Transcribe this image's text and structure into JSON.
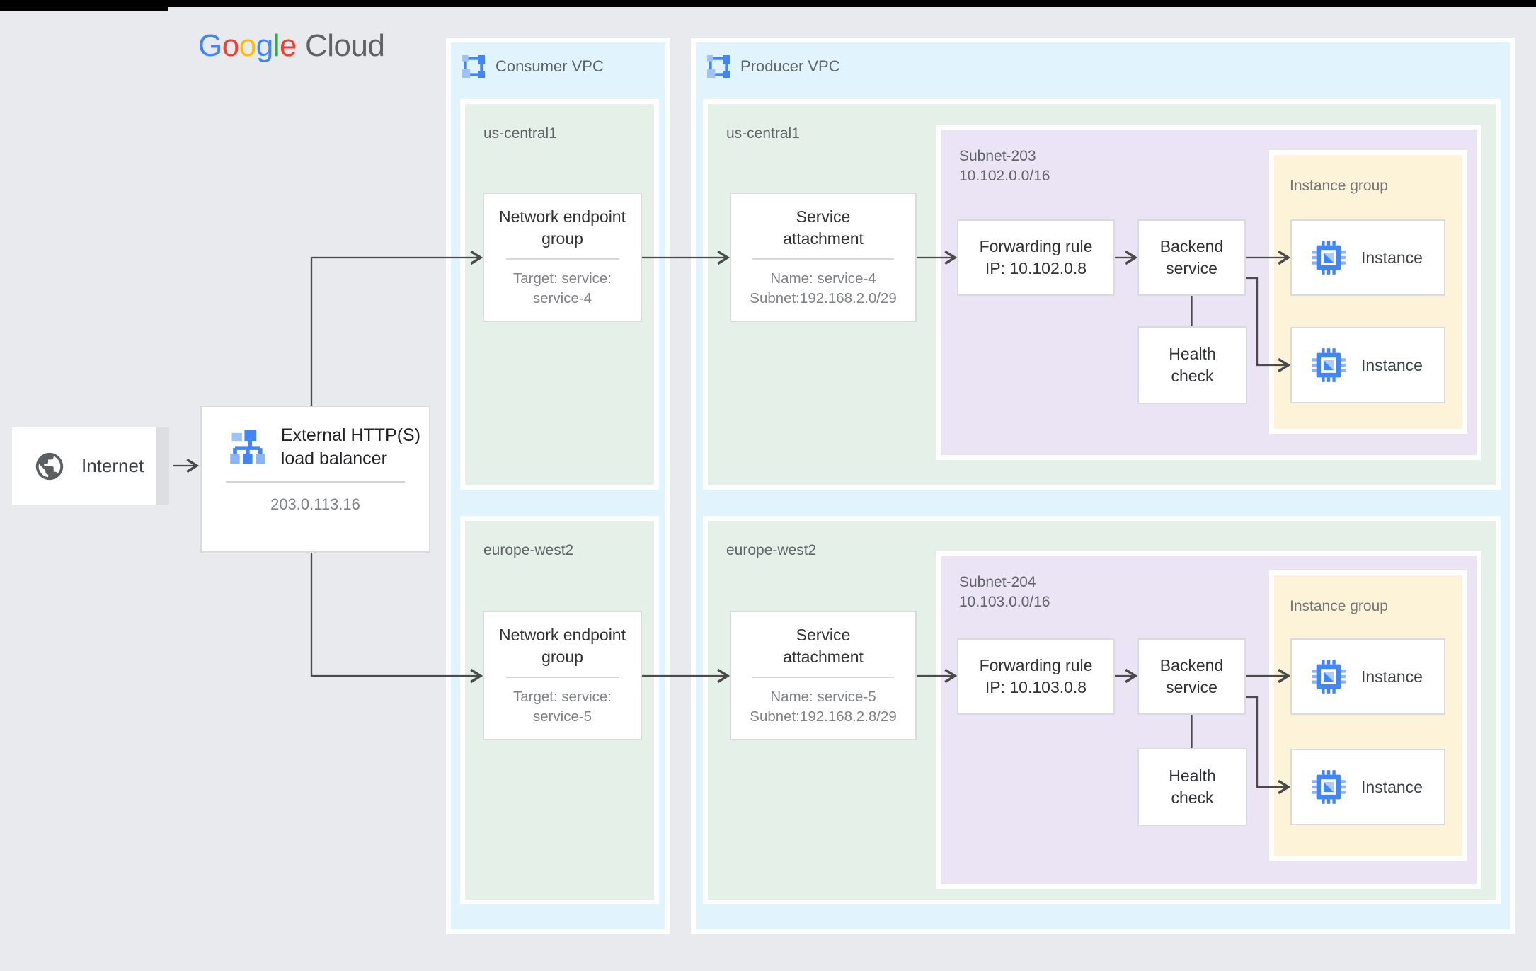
{
  "logo": {
    "google_letters": [
      "G",
      "o",
      "o",
      "g",
      "l",
      "e"
    ],
    "cloud": "Cloud"
  },
  "colors": {
    "google_blue": "#4285F4",
    "google_red": "#EA4335",
    "google_yellow": "#FBBC05",
    "google_green": "#34A853",
    "logo_gray": "#5f6368",
    "vpc_panel_blue": "#e1f4fd",
    "region_green": "#e5f0e8",
    "subnet_purple": "#eae4f4",
    "instance_group_yellow": "#fdf3d8",
    "connector_gray": "#4a4a4a",
    "page_background": "#e8eaed"
  },
  "icons": {
    "internet": "globe-icon",
    "load_balancer": "load-balancer-icon",
    "vpc": "vpc-network-icon",
    "instance": "compute-instance-icon"
  },
  "internet": {
    "label": "Internet"
  },
  "load_balancer": {
    "title": "External HTTP(S) load balancer",
    "ip": "203.0.113.16"
  },
  "consumer_vpc": {
    "label": "Consumer VPC",
    "regions": [
      {
        "name": "us-central1",
        "neg": {
          "title": "Network endpoint group",
          "target_line1": "Target: service:",
          "target_line2": "service-4"
        }
      },
      {
        "name": "europe-west2",
        "neg": {
          "title": "Network endpoint group",
          "target_line1": "Target: service:",
          "target_line2": "service-5"
        }
      }
    ]
  },
  "producer_vpc": {
    "label": "Producer VPC",
    "regions": [
      {
        "name": "us-central1",
        "service_attachment": {
          "title": "Service attachment",
          "name_line": "Name: service-4",
          "subnet_line": "Subnet:192.168.2.0/29"
        },
        "subnet": {
          "name": "Subnet-203",
          "cidr": "10.102.0.0/16"
        },
        "forwarding_rule": {
          "line1": "Forwarding rule",
          "line2": "IP: 10.102.0.8"
        },
        "backend_service": {
          "label": "Backend service"
        },
        "health_check": {
          "label": "Health check"
        },
        "instance_group": {
          "label": "Instance group",
          "instances": [
            {
              "label": "Instance"
            },
            {
              "label": "Instance"
            }
          ]
        }
      },
      {
        "name": "europe-west2",
        "service_attachment": {
          "title": "Service attachment",
          "name_line": "Name: service-5",
          "subnet_line": "Subnet:192.168.2.8/29"
        },
        "subnet": {
          "name": "Subnet-204",
          "cidr": "10.103.0.0/16"
        },
        "forwarding_rule": {
          "line1": "Forwarding rule",
          "line2": "IP: 10.103.0.8"
        },
        "backend_service": {
          "label": "Backend service"
        },
        "health_check": {
          "label": "Health check"
        },
        "instance_group": {
          "label": "Instance group",
          "instances": [
            {
              "label": "Instance"
            },
            {
              "label": "Instance"
            }
          ]
        }
      }
    ]
  }
}
